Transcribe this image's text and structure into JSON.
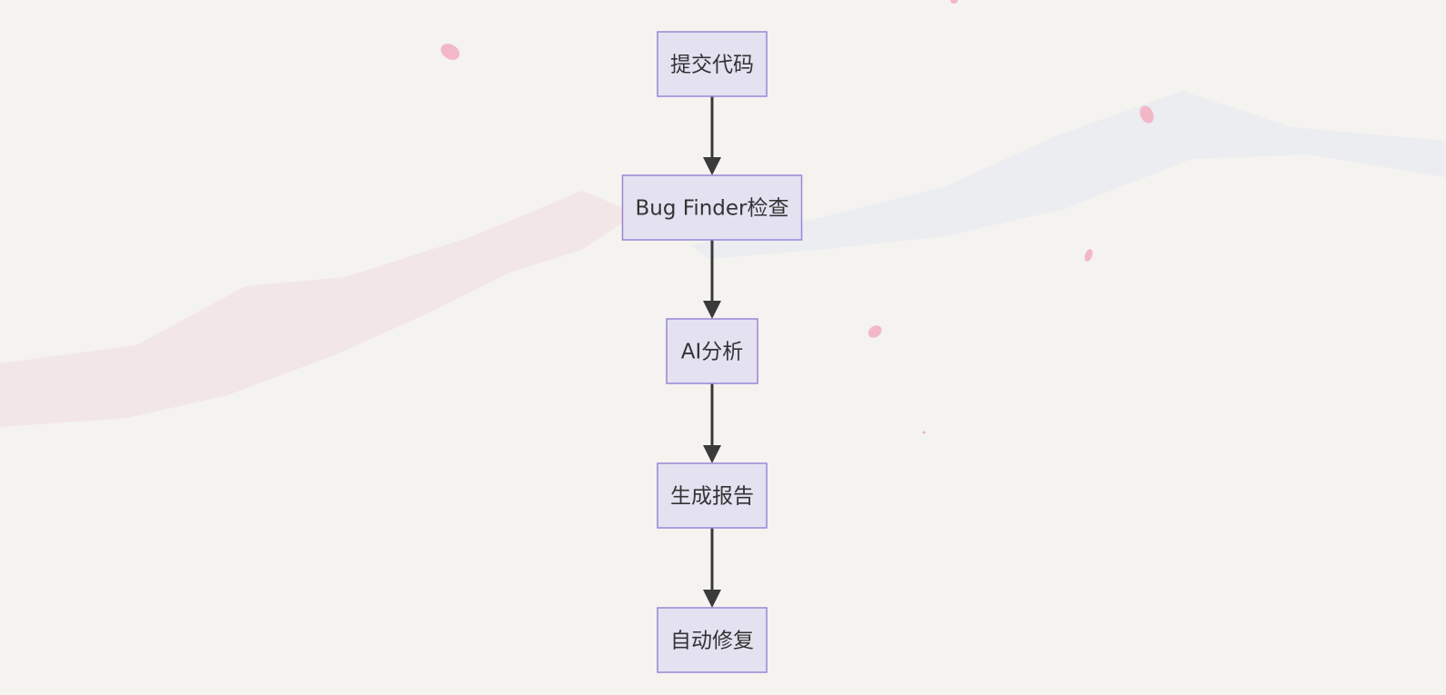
{
  "colors": {
    "background": "#f4f3ef",
    "node_fill": "#e4e2f1",
    "node_stroke": "#9a86d6",
    "edge": "#3a3a3a",
    "text": "#333333",
    "petal": "#f2b8c8"
  },
  "flowchart": {
    "direction": "top-to-bottom",
    "nodes": [
      {
        "id": "submit",
        "label": "提交代码"
      },
      {
        "id": "bugfinder",
        "label": "Bug Finder检查"
      },
      {
        "id": "ai",
        "label": "AI分析"
      },
      {
        "id": "report",
        "label": "生成报告"
      },
      {
        "id": "fix",
        "label": "自动修复"
      }
    ],
    "edges": [
      {
        "from": "submit",
        "to": "bugfinder"
      },
      {
        "from": "bugfinder",
        "to": "ai"
      },
      {
        "from": "ai",
        "to": "report"
      },
      {
        "from": "report",
        "to": "fix"
      }
    ]
  }
}
